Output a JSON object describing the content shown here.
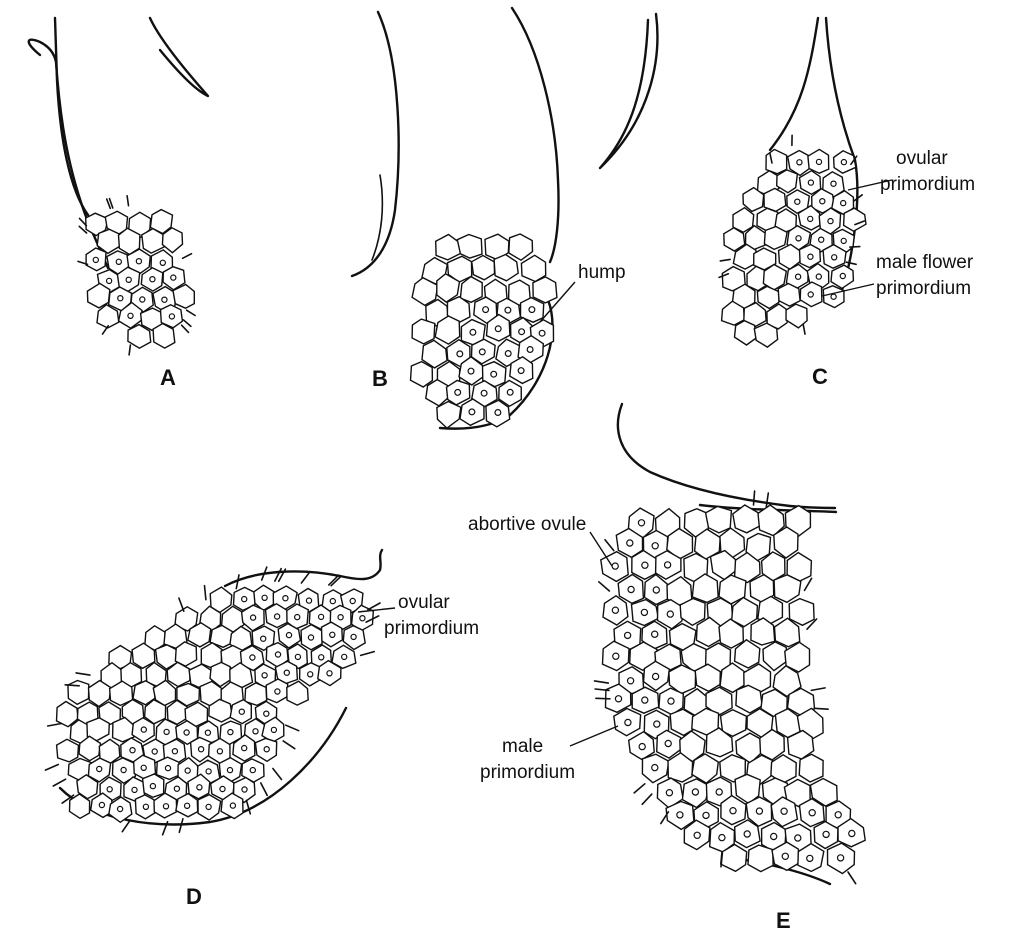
{
  "panels": {
    "A": {
      "letter": "A"
    },
    "B": {
      "letter": "B",
      "labels": {
        "hump": "hump"
      }
    },
    "C": {
      "letter": "C",
      "labels": {
        "ovular_1": "ovular",
        "ovular_2": "primordium",
        "male_1": "male flower",
        "male_2": "primordium"
      }
    },
    "D": {
      "letter": "D",
      "labels": {
        "ovular_1": "ovular",
        "ovular_2": "primordium"
      }
    },
    "E": {
      "letter": "E",
      "labels": {
        "abortive": "abortive  ovule",
        "male_1": "male",
        "male_2": "primordium"
      }
    }
  }
}
